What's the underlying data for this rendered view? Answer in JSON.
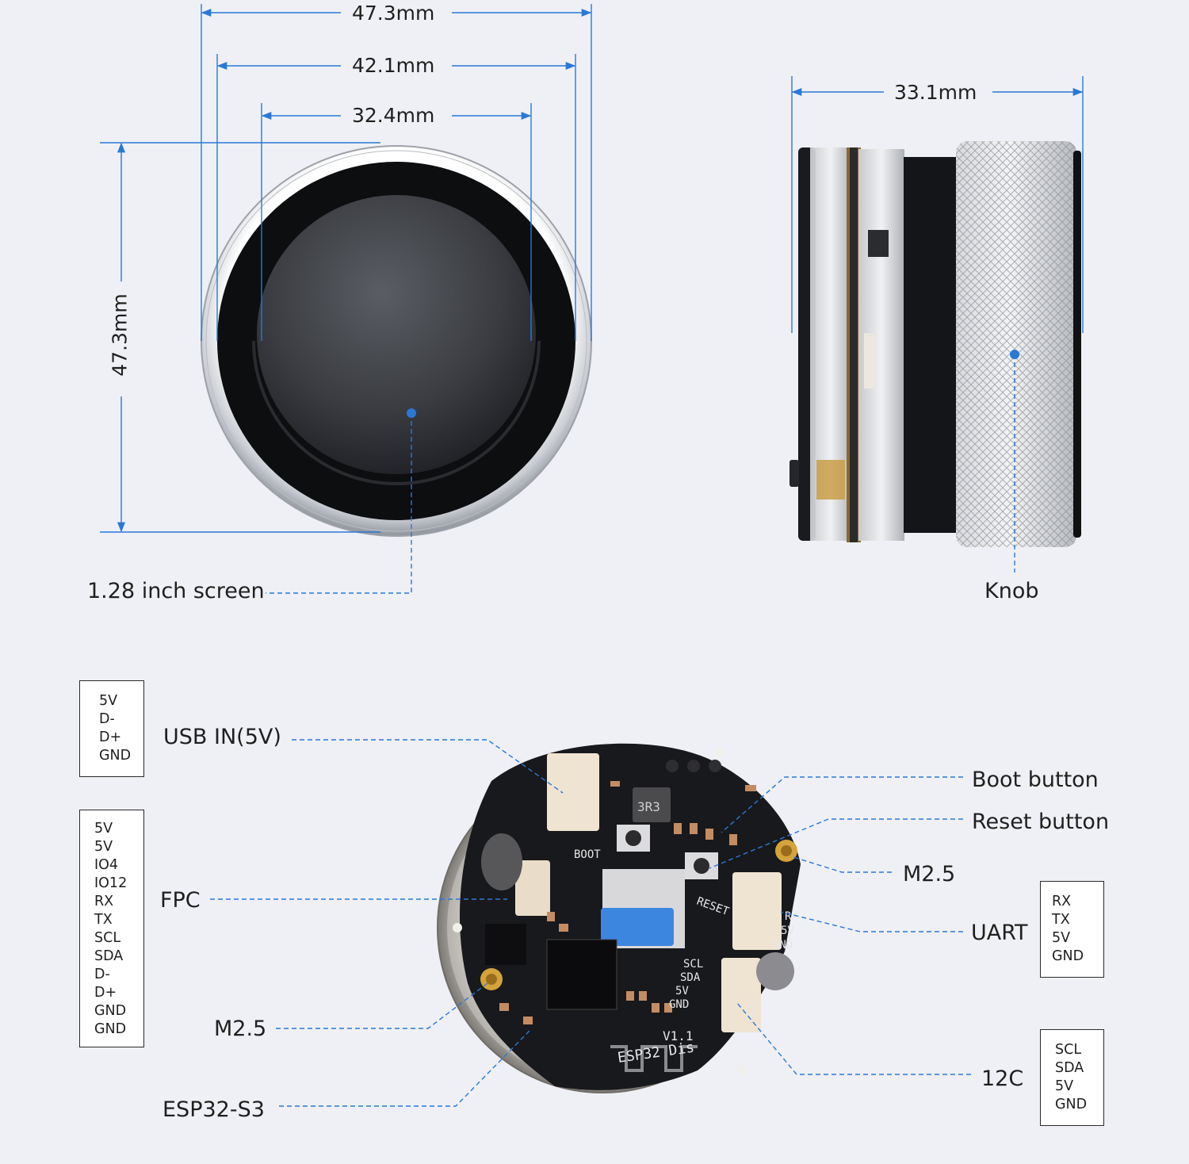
{
  "dimensions": {
    "outer_width": "47.3mm",
    "middle_width": "42.1mm",
    "screen_width": "32.4mm",
    "height": "47.3mm",
    "side_depth": "33.1mm"
  },
  "callouts": {
    "screen": "1.28 inch screen",
    "knob": "Knob",
    "usb": "USB IN(5V)",
    "fpc": "FPC",
    "m25_left": "M2.5",
    "esp32": "ESP32-S3",
    "boot_button": "Boot button",
    "reset_button": "Reset button",
    "m25_right": "M2.5",
    "uart": "UART",
    "i2c": "12C"
  },
  "pinouts": {
    "usb": [
      "5V",
      "D-",
      "D+",
      "GND"
    ],
    "fpc": [
      "5V",
      "5V",
      "IO4",
      "IO12",
      "RX",
      "TX",
      "SCL",
      "SDA",
      "D-",
      "D+",
      "GND",
      "GND"
    ],
    "uart": [
      "RX",
      "TX",
      "5V",
      "GND"
    ],
    "i2c": [
      "SCL",
      "SDA",
      "5V",
      "GND"
    ]
  },
  "board_markings": {
    "chip": "3R3",
    "boot": "BOOT",
    "reset": "RESET",
    "version": "V1.1",
    "name": "ESP32 Dis",
    "uart_pins": [
      "RX",
      "5V",
      "GND"
    ],
    "i2c_pins": [
      "SCL",
      "SDA",
      "5V",
      "GND"
    ],
    "i2c_label": "12C"
  },
  "colors": {
    "dimension_line": "#2a78d6",
    "background": "#eef0f5",
    "pcb": "#1b1c1f",
    "brass": "#d4a43a",
    "fpc_blue": "#3d86e0"
  }
}
